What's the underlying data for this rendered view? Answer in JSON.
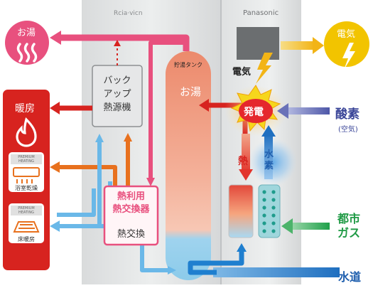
{
  "outputs": {
    "hot_water": "お湯",
    "electricity": "電気",
    "heating": "暖房",
    "bathroom_dryer": "浴室乾燥",
    "floor_heating": "床暖房",
    "premium_heating_badge_1": "PREMIUM\nHEATING",
    "premium_heating_badge_2": "PREMIUM\nHEATING"
  },
  "unit": {
    "left_brand": "Rcia·vicn",
    "right_brand": "Panasonic",
    "backup_heater": "バック\nアップ\n熱源機",
    "storage_tank": "貯湯タンク",
    "tank_hot_water": "お湯",
    "heat_exchanger_title": "熱利用\n熱交換器",
    "heat_exchanger_sub": "熱交換",
    "power_gen": "発電",
    "electricity_label": "電気",
    "heat_label": "熱",
    "hydrogen_label": "水\n素"
  },
  "inputs": {
    "oxygen": "酸素",
    "oxygen_sub": "(空気)",
    "city_gas": "都市\nガス",
    "water": "水道"
  },
  "colors": {
    "hot_pink": "#e8507e",
    "red": "#d7231f",
    "orange": "#e8711e",
    "light_blue": "#6ab8e8",
    "blue": "#1f7fcf",
    "navy": "#4e57a8",
    "green": "#1fa04a",
    "yellow": "#f2c400",
    "electric_yellow": "#f3b414"
  }
}
